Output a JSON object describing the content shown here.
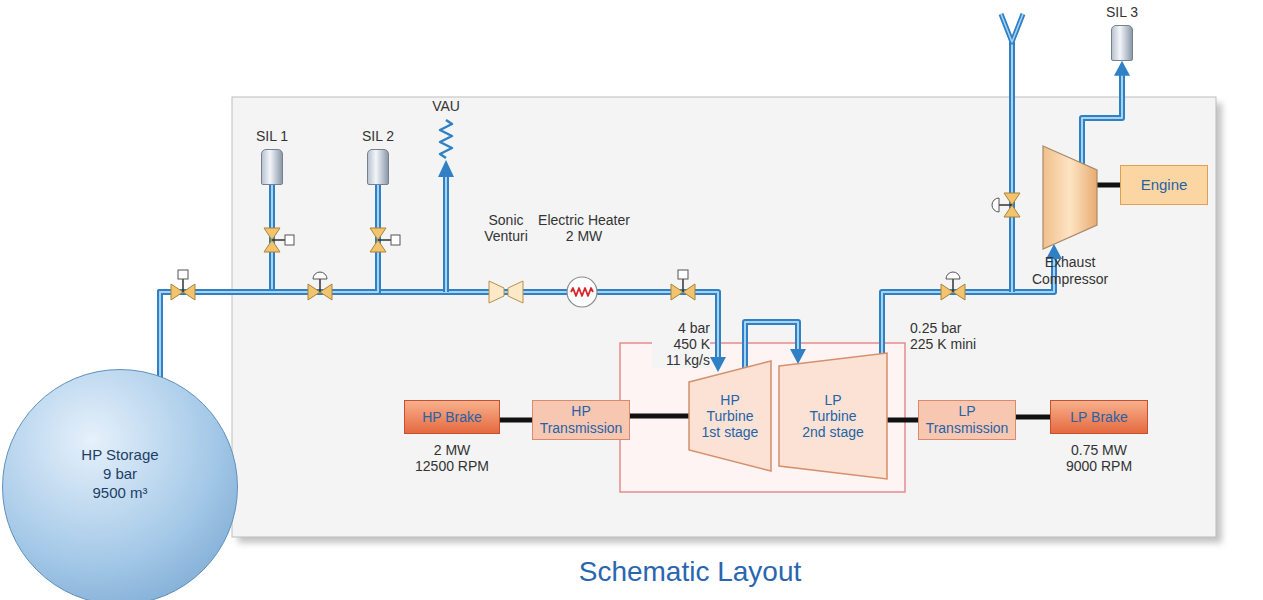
{
  "diagram": {
    "caption": "Schematic Layout",
    "nodes": [
      {
        "text": [
          "SIL 1"
        ]
      },
      {
        "text": [
          "SIL 2"
        ]
      },
      {
        "text": [
          "SIL 3"
        ]
      },
      {
        "text": [
          "Engine"
        ]
      },
      {
        "text": [
          "Exhaust Compressor"
        ]
      },
      {
        "text": [
          "HP Turbine 1st stage"
        ]
      },
      {
        "text": [
          "LP Turbine 2nd stage"
        ]
      },
      {
        "text": [
          "HP Brake"
        ]
      },
      {
        "text": [
          "HP Transmission"
        ]
      },
      {
        "text": [
          "LP Transmission"
        ]
      },
      {
        "text": [
          "LP Brake"
        ]
      },
      {
        "text": [
          "HP Storage 9 bar 9500 m³"
        ]
      }
    ],
    "edges": [
      {
        "from": 11,
        "to": 5,
        "arrow": "to"
      },
      {
        "from": 11,
        "to": 0,
        "arrow": "none"
      },
      {
        "from": 11,
        "to": 1,
        "arrow": "none"
      },
      {
        "from": 5,
        "to": 6,
        "arrow": "to"
      },
      {
        "from": 6,
        "to": 4,
        "arrow": "to"
      },
      {
        "from": 4,
        "to": 2,
        "arrow": "to"
      },
      {
        "from": 7,
        "to": 8,
        "arrow": "none"
      },
      {
        "from": 8,
        "to": 5,
        "arrow": "none"
      },
      {
        "from": 6,
        "to": 9,
        "arrow": "none"
      },
      {
        "from": 9,
        "to": 10,
        "arrow": "none"
      },
      {
        "from": 4,
        "to": 3,
        "arrow": "none"
      }
    ],
    "labels": [
      "VAU",
      "Sonic Venturi",
      "Electric Heater 2 MW",
      "4 bar 450 K 11 kg/s",
      "0.25 bar 225 K mini",
      "2 MW 12500 RPM",
      "0.75 MW 9000 RPM"
    ]
  }
}
